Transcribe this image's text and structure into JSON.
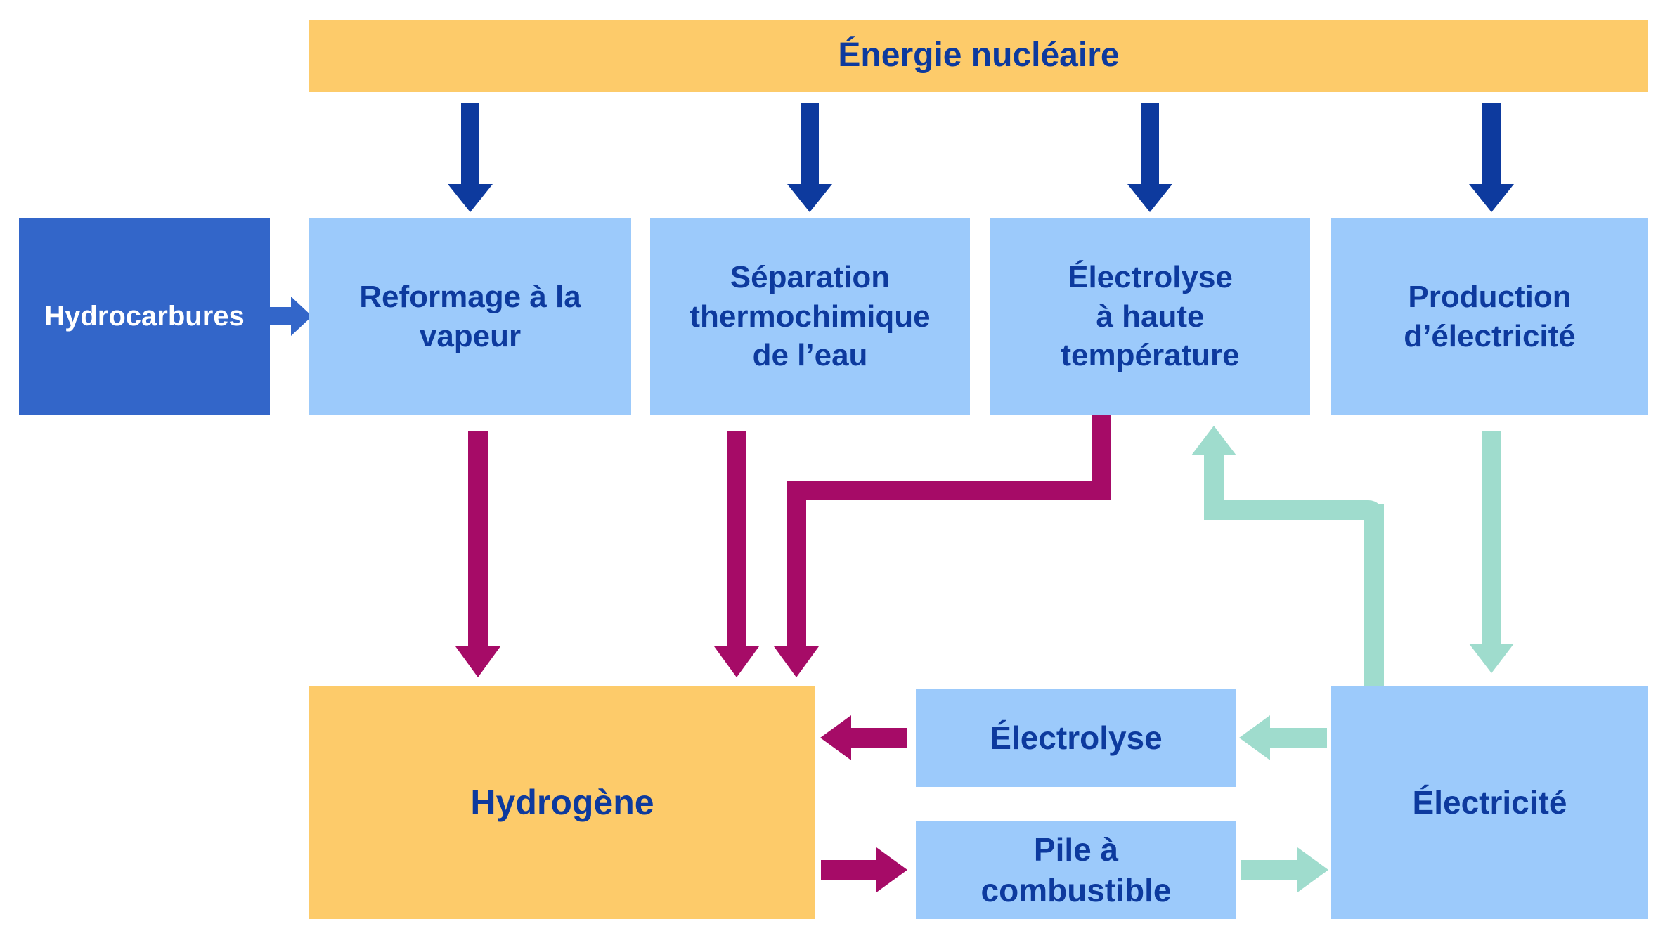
{
  "title": "Énergie nucléaire",
  "colors": {
    "navy": "#0d3a9e",
    "blue": "#3366c9",
    "light_blue": "#9ccafb",
    "orange": "#fdcb6a",
    "magenta": "#a60b67",
    "teal": "#9fdccd",
    "white": "#ffffff"
  },
  "nodes": {
    "energie_nucleaire": {
      "label": "Énergie nucléaire"
    },
    "hydrocarbures": {
      "label": "Hydrocarbures"
    },
    "reformage": {
      "label": "Reformage à la\nvapeur"
    },
    "separation": {
      "label": "Séparation\nthermochimique\nde l’eau"
    },
    "electrolyse_ht": {
      "label": "Électrolyse\nà haute\ntempérature"
    },
    "production": {
      "label": "Production\nd’électricité"
    },
    "hydrogene": {
      "label": "Hydrogène"
    },
    "electrolyse": {
      "label": "Électrolyse"
    },
    "pile": {
      "label": "Pile à\ncombustible"
    },
    "electricite": {
      "label": "Électricité"
    }
  },
  "edges": [
    {
      "from": "energie-nucleaire",
      "to": "reformage-vapeur",
      "color": "navy"
    },
    {
      "from": "energie-nucleaire",
      "to": "separation-thermochimique",
      "color": "navy"
    },
    {
      "from": "energie-nucleaire",
      "to": "electrolyse-haute-temperature",
      "color": "navy"
    },
    {
      "from": "energie-nucleaire",
      "to": "production-electricite",
      "color": "navy"
    },
    {
      "from": "hydrocarbures",
      "to": "reformage-vapeur",
      "color": "blue"
    },
    {
      "from": "reformage-vapeur",
      "to": "hydrogene",
      "color": "magenta"
    },
    {
      "from": "separation-thermochimique",
      "to": "hydrogene",
      "color": "magenta"
    },
    {
      "from": "electrolyse-haute-temperature",
      "to": "hydrogene",
      "color": "magenta"
    },
    {
      "from": "electrolyse",
      "to": "hydrogene",
      "color": "magenta"
    },
    {
      "from": "hydrogene",
      "to": "pile-combustible",
      "color": "magenta"
    },
    {
      "from": "electricite",
      "to": "electrolyse-haute-temperature",
      "color": "teal"
    },
    {
      "from": "production-electricite",
      "to": "electricite",
      "color": "teal"
    },
    {
      "from": "electricite",
      "to": "electrolyse",
      "color": "teal"
    },
    {
      "from": "pile-combustible",
      "to": "electricite",
      "color": "teal"
    }
  ]
}
